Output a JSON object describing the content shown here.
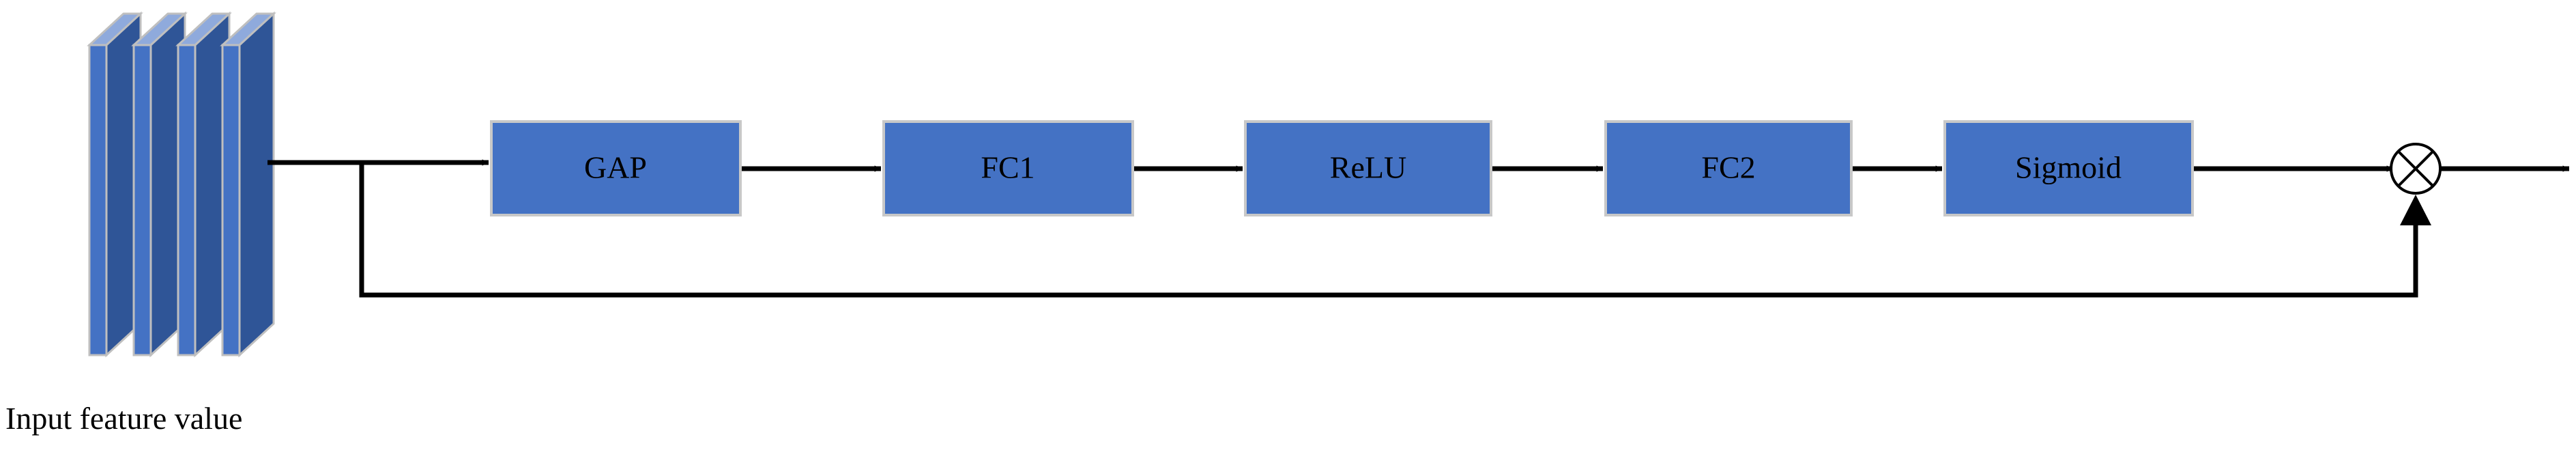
{
  "diagram": {
    "title": "Squeeze-and-Excitation attention block",
    "background_color": "#ffffff",
    "line_color": "#000000",
    "box_fill_color": "#4472C4",
    "box_border_color": "#C8C8C8",
    "slab_front_color": "#4472C4",
    "slab_side_color": "#2F5597",
    "slab_top_color": "#8FAADC",
    "slab_edge_color": "#BFBFBF"
  },
  "input": {
    "caption": "Input feature value",
    "name": "input-feature-stack",
    "slab_count": 4
  },
  "blocks": [
    {
      "id": "gap",
      "label": "GAP"
    },
    {
      "id": "fc1",
      "label": "FC1"
    },
    {
      "id": "relu",
      "label": "ReLU"
    },
    {
      "id": "fc2",
      "label": "FC2"
    },
    {
      "id": "sigmoid",
      "label": "Sigmoid"
    }
  ],
  "operator": {
    "id": "multiply",
    "symbol": "cross-in-circle",
    "meaning": "element-wise multiplication"
  },
  "edges": [
    {
      "from": "input-feature-stack",
      "to": "gap",
      "type": "arrow"
    },
    {
      "from": "gap",
      "to": "fc1",
      "type": "arrow"
    },
    {
      "from": "fc1",
      "to": "relu",
      "type": "arrow"
    },
    {
      "from": "relu",
      "to": "fc2",
      "type": "arrow"
    },
    {
      "from": "fc2",
      "to": "sigmoid",
      "type": "arrow"
    },
    {
      "from": "sigmoid",
      "to": "multiply",
      "type": "arrow"
    },
    {
      "from": "input-feature-stack",
      "to": "multiply",
      "type": "skip-connection"
    },
    {
      "from": "multiply",
      "to": "output",
      "type": "arrow"
    }
  ]
}
